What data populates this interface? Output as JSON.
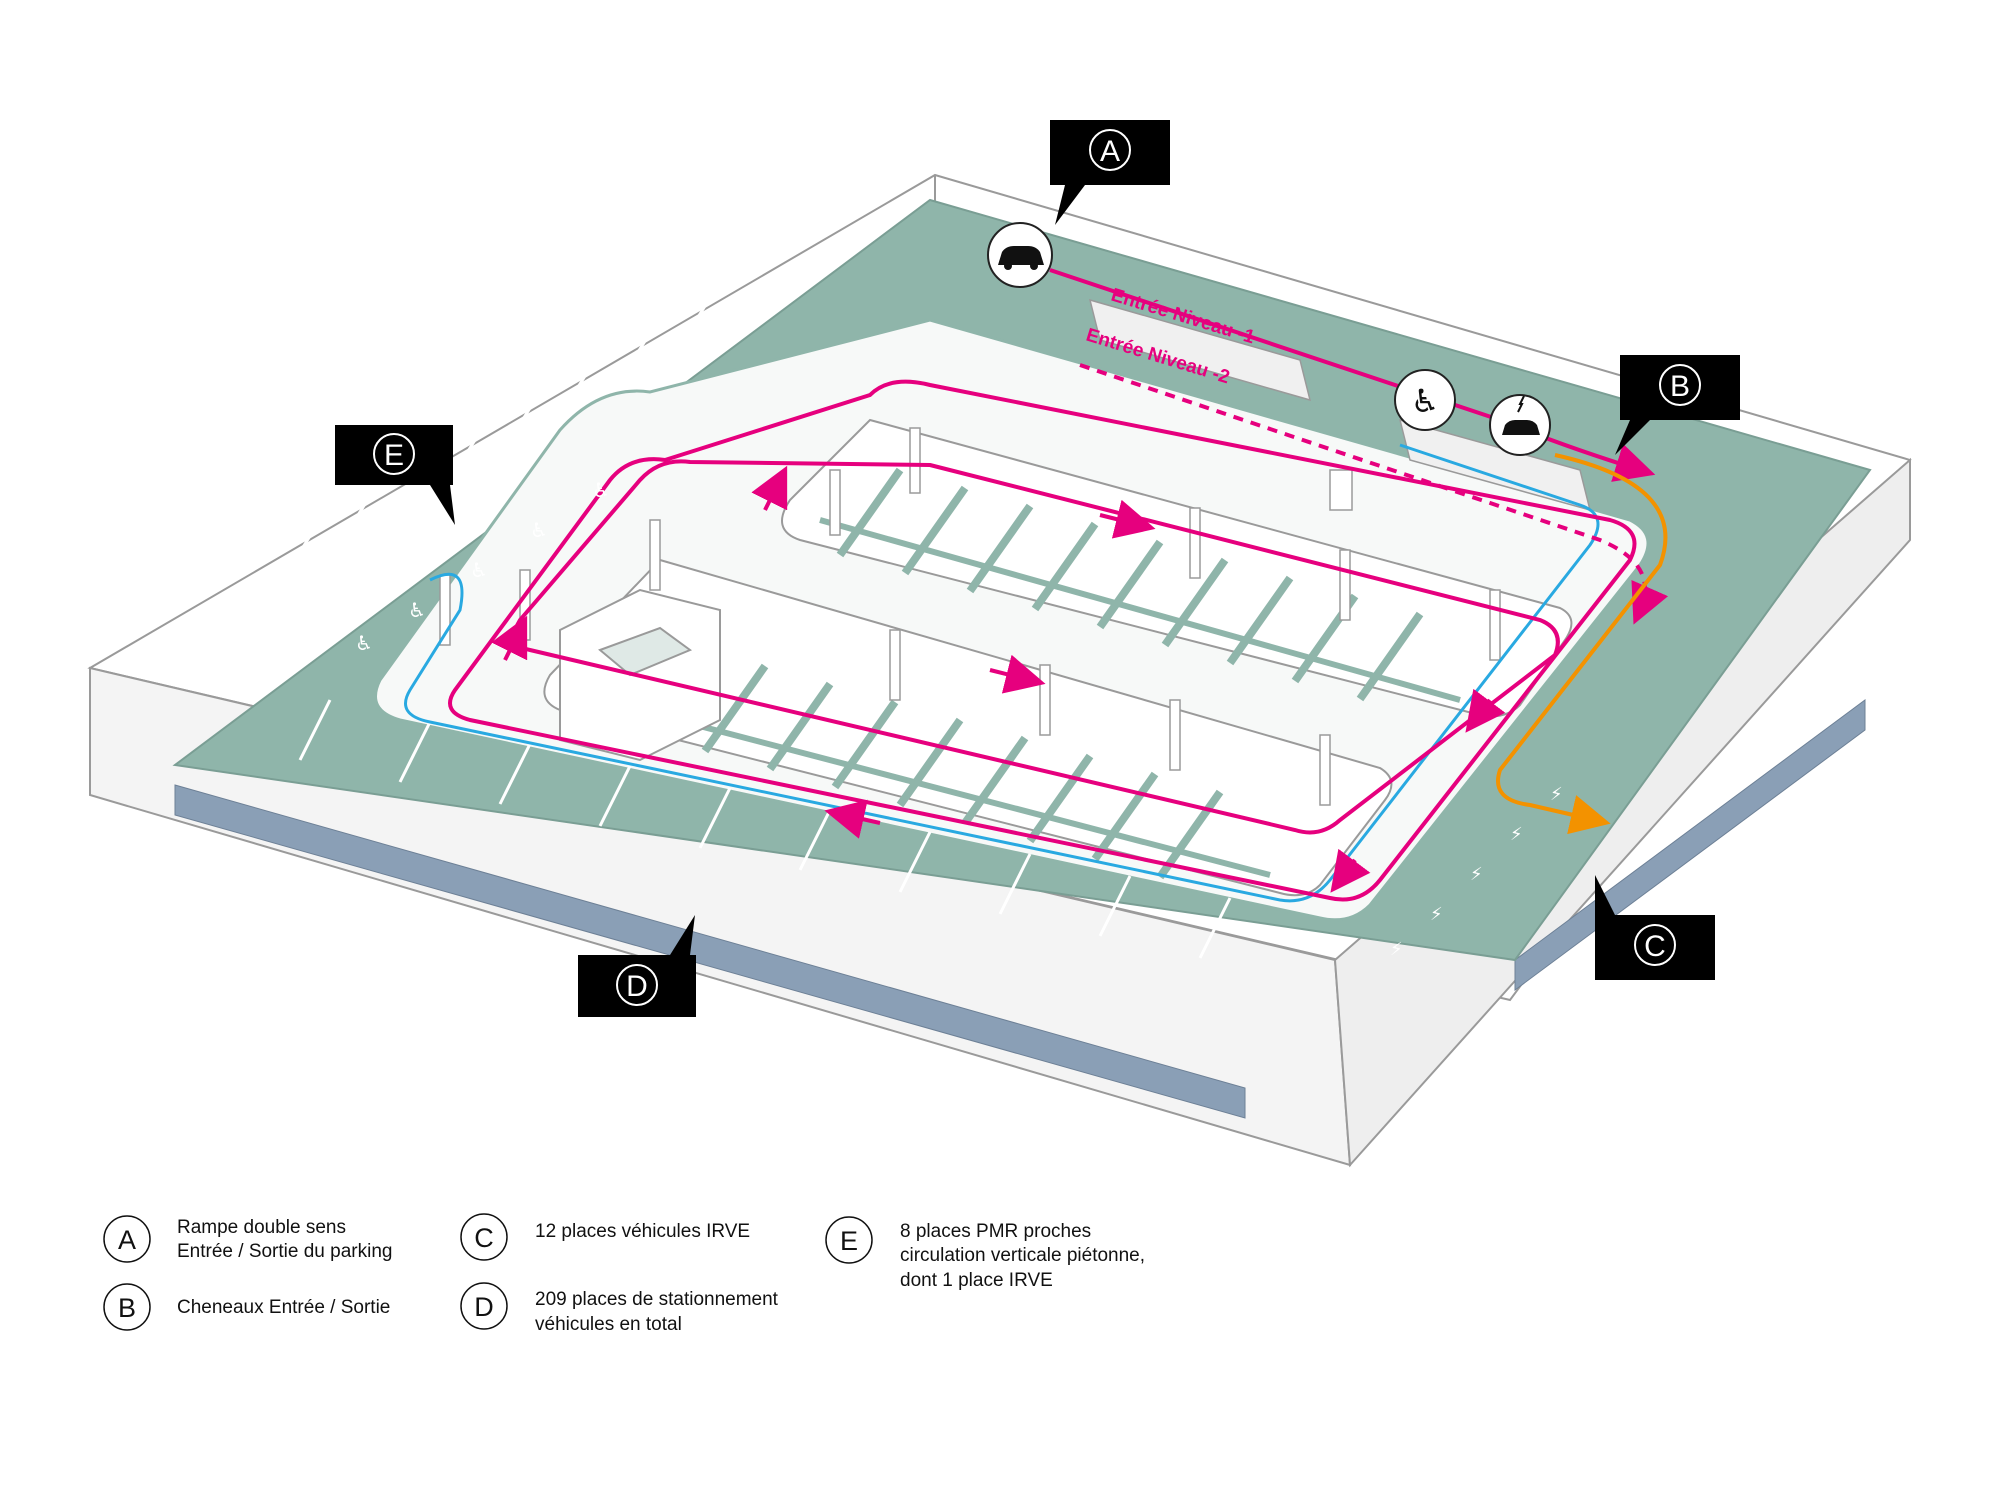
{
  "callouts": {
    "A": "A",
    "B": "B",
    "C": "C",
    "D": "D",
    "E": "E"
  },
  "route_labels": {
    "level_1": "Entrée Niveau -1",
    "level_2": "Entrée Niveau -2"
  },
  "legend": [
    {
      "letter": "A",
      "lines": [
        "Rampe double sens",
        "Entrée / Sortie du parking"
      ]
    },
    {
      "letter": "B",
      "lines": [
        "Cheneaux Entrée / Sortie"
      ]
    },
    {
      "letter": "C",
      "lines": [
        "12 places véhicules IRVE"
      ]
    },
    {
      "letter": "D",
      "lines": [
        "209 places de stationnement",
        "véhicules en total"
      ]
    },
    {
      "letter": "E",
      "lines": [
        "8 places PMR proches",
        "circulation verticale piétonne,",
        "dont 1 place IRVE"
      ]
    }
  ],
  "icons": [
    "car-icon",
    "wheelchair-icon",
    "ev-charging-car-icon",
    "wheelchair-parking-icon",
    "ev-plug-icon"
  ],
  "colors": {
    "parking_floor": "#8fb5aa",
    "lower_level": "#8a9fb6",
    "route_main": "#e6007e",
    "route_pedestrian": "#29a9e1",
    "route_exit": "#f39200",
    "callout_bg": "#000000",
    "structure_line": "#9a9a9a"
  }
}
